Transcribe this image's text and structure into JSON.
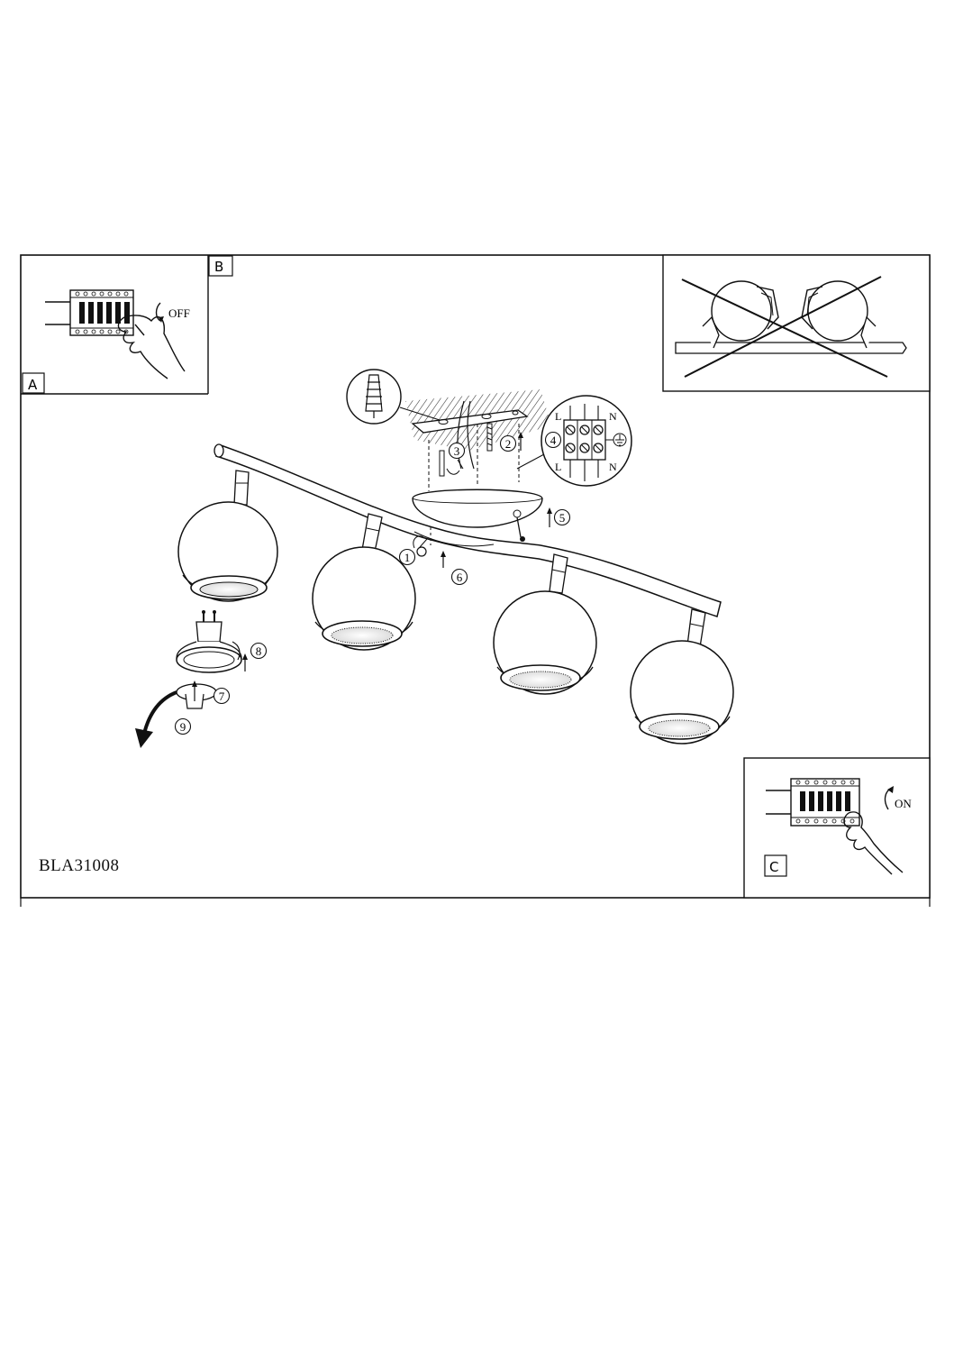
{
  "panels": {
    "a_label": "A",
    "b_label": "B",
    "c_label": "C"
  },
  "switch_labels": {
    "off": "OFF",
    "on": "ON"
  },
  "terminal_labels": {
    "top_left": "L",
    "top_right": "N",
    "bottom_left": "L",
    "bottom_right": "N"
  },
  "steps": [
    "1",
    "2",
    "3",
    "4",
    "5",
    "6",
    "7",
    "8",
    "9"
  ],
  "model_code": "BLA31008",
  "icons": [
    "hand-icon",
    "circuit-breaker-icon",
    "wall-plug-icon",
    "screw-icon",
    "earth-ground-icon",
    "spot-lamp-icon",
    "gu10-bulb-icon",
    "arrow-icon"
  ]
}
